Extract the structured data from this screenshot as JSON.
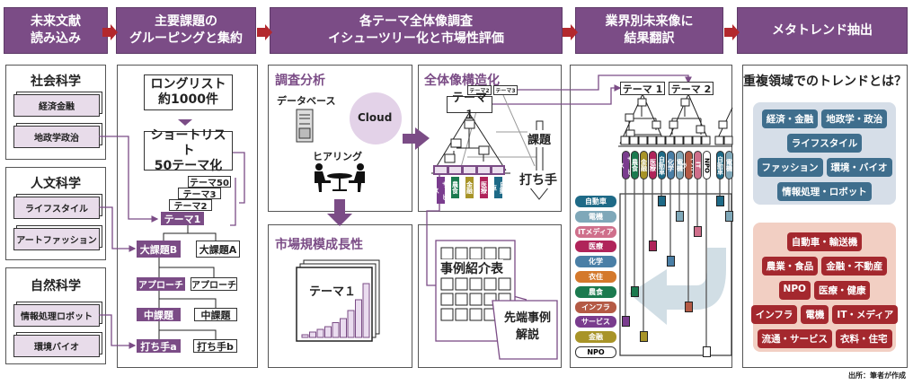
{
  "steps": [
    {
      "line1": "未来文献",
      "line2": "読み込み"
    },
    {
      "line1": "主要課題の",
      "line2": "グルーピングと集約"
    },
    {
      "line1": "各テーマ全体像調査",
      "line2": "イシューツリー化と市場性評価"
    },
    {
      "line1": "業界別未来像に",
      "line2": "結果翻訳"
    },
    {
      "line1": "メタトレンド抽出",
      "line2": ""
    }
  ],
  "literature": [
    {
      "title": "社会科学",
      "items": [
        "経済金融",
        "地政学政治"
      ]
    },
    {
      "title": "人文科学",
      "items": [
        "ライフスタイル",
        "アートファッション"
      ]
    },
    {
      "title": "自然科学",
      "items": [
        "情報処理ロボット",
        "環境バイオ"
      ]
    }
  ],
  "grouping": {
    "longlist": {
      "line1": "ロングリスト",
      "line2": "約1000件"
    },
    "shortlist": {
      "line1": "ショートリスト",
      "line2": "50テーマ化"
    },
    "themes": [
      "テーマ50",
      "テーマ3",
      "テーマ2",
      "テーマ1"
    ],
    "tree": [
      {
        "selected": "大課題B",
        "other": "大課題A"
      },
      {
        "selected": "アプローチ",
        "other": "アプローチ"
      },
      {
        "selected": "中課題",
        "other": "中課題"
      },
      {
        "selected": "打ち手a",
        "other": "打ち手b"
      }
    ]
  },
  "survey": {
    "research_title": "調査分析",
    "database": "データベース",
    "cloud": "Cloud",
    "hearing": "ヒアリング",
    "market_title": "市場規模成長性",
    "market_chart_label": "テーマ１",
    "market_bars": [
      1,
      2,
      3,
      4,
      5.5,
      7,
      10,
      14,
      20
    ],
    "structure_title": "全体像構造化",
    "structure_theme": "テーマ１",
    "structure_theme2": "テーマ2",
    "structure_theme3": "テーマ3",
    "issue": "課題",
    "action": "打ち手",
    "structure_tags": [
      "サービス",
      "農食",
      "金融",
      "医療",
      "自動車"
    ],
    "case_table": "事例紹介表",
    "case_detail": {
      "line1": "先端事例",
      "line2": "解説"
    }
  },
  "industry": {
    "themes": [
      "テーマ 1",
      "テーマ 2"
    ],
    "sectors": [
      {
        "key": "auto",
        "label": "自動車",
        "color": "#1e6a87"
      },
      {
        "key": "elec",
        "label": "電機",
        "color": "#7fa8b9"
      },
      {
        "key": "it",
        "label": "ITメディア",
        "color": "#cf6f8b"
      },
      {
        "key": "med",
        "label": "医療",
        "color": "#b0245a"
      },
      {
        "key": "chem",
        "label": "化学",
        "color": "#4a7fa6"
      },
      {
        "key": "cloth",
        "label": "衣住",
        "color": "#d4792c"
      },
      {
        "key": "agri",
        "label": "農食",
        "color": "#1b7a4f"
      },
      {
        "key": "infra",
        "label": "インフラ",
        "color": "#b45a45"
      },
      {
        "key": "serv",
        "label": "サービス",
        "color": "#7a3c8e"
      },
      {
        "key": "fin",
        "label": "金融",
        "color": "#a89428"
      },
      {
        "key": "npo",
        "label": "NPO",
        "color": "#ffffff"
      }
    ],
    "columns": [
      {
        "label": "サービス",
        "sector": "serv"
      },
      {
        "label": "農食",
        "sector": "agri"
      },
      {
        "label": "金融",
        "sector": "fin"
      },
      {
        "label": "医療",
        "sector": "med"
      },
      {
        "label": "自動車",
        "sector": "auto"
      },
      {
        "label": "化学",
        "sector": "chem"
      },
      {
        "label": "電機",
        "sector": "elec"
      },
      {
        "label": "インフラ",
        "sector": "infra"
      },
      {
        "label": "IT",
        "sector": "it"
      },
      {
        "label": "NPO",
        "sector": "npo"
      },
      {
        "label": "自動車",
        "sector": "auto"
      },
      {
        "label": "電機",
        "sector": "elec"
      }
    ]
  },
  "meta": {
    "title": "重複領域でのトレンドとは？",
    "blue_color": "#3f6e8d",
    "red_color": "#a4282e",
    "blue_rows": [
      [
        "経済・金融",
        "地政学・政治"
      ],
      [
        "ライフスタイル"
      ],
      [
        "ファッション",
        "環境・バイオ"
      ],
      [
        "情報処理・ロボット"
      ]
    ],
    "red_rows": [
      [
        "自動車・輸送機"
      ],
      [
        "農業・食品",
        "金融・不動産"
      ],
      [
        "NPO",
        "医療・健康"
      ],
      [
        "インフラ",
        "電機",
        "IT・メディア"
      ],
      [
        "流通・サービス",
        "衣料・住宅"
      ]
    ]
  },
  "source": "出所：筆者が作成"
}
